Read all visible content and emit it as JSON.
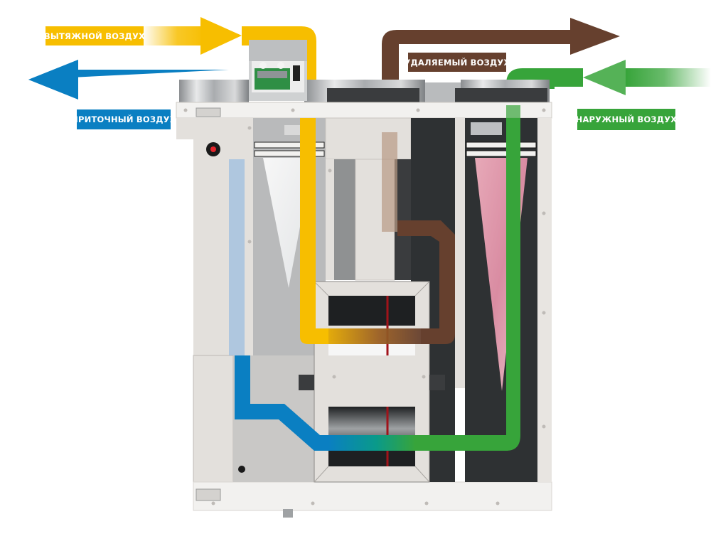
{
  "diagram": {
    "title": "Air handling unit airflow diagram",
    "flows": [
      {
        "id": "exhaust",
        "label": "ВЫТЯЖНОЙ ВОЗДУХ",
        "color": "#F7BE00",
        "direction": "right"
      },
      {
        "id": "supply",
        "label": "ПРИТОЧНЫЙ ВОЗДУХ",
        "color": "#0A7FC2",
        "direction": "left"
      },
      {
        "id": "extract",
        "label": "УДАЛЯЕМЫЙ ВОЗДУХ",
        "color": "#66402E",
        "direction": "right"
      },
      {
        "id": "outdoor",
        "label": "НАРУЖНЫЙ ВОЗДУХ",
        "color": "#37A43A",
        "direction": "left"
      }
    ],
    "components": {
      "control_box": "control-box",
      "heat_exchanger": "plate-heat-exchanger",
      "filter_exhaust": "white-bag-filter",
      "filter_outdoor": "pink-bag-filter",
      "fans": [
        "supply-fan",
        "exhaust-fan"
      ],
      "dampers": [
        "left-damper-actuator",
        "right-damper-actuator"
      ],
      "indicator": "red-indicator-light"
    },
    "colors": {
      "casing": "#E3E0DC",
      "casing_light": "#F2F1EF",
      "dark_chamber": "#2E3133",
      "frame": "#D6D2CD"
    }
  }
}
